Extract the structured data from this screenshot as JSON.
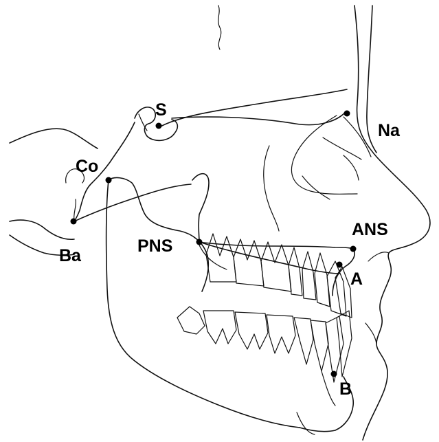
{
  "landmarks": {
    "s": "S",
    "na": "Na",
    "co": "Co",
    "ba": "Ba",
    "pns": "PNS",
    "ans": "ANS",
    "a": "A",
    "b": "B"
  },
  "colors": {
    "line": "#111111",
    "background": "#ffffff"
  }
}
